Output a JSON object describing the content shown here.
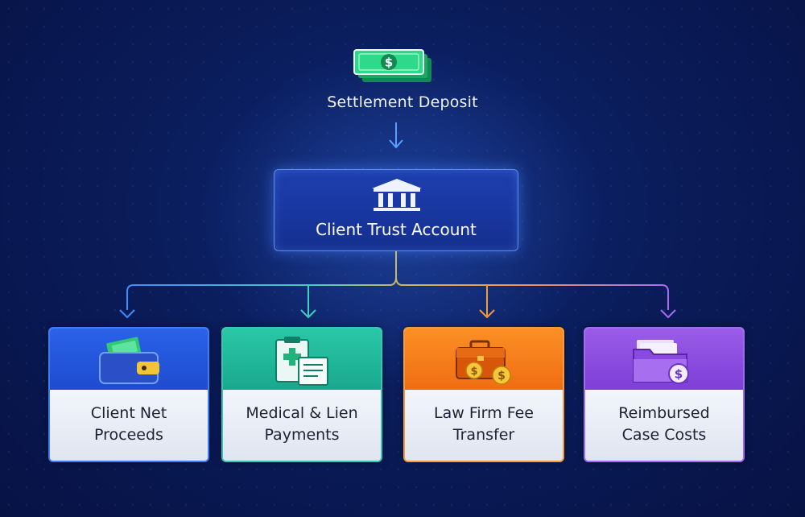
{
  "source": {
    "label": "Settlement Deposit",
    "icon": "cash-stack-icon"
  },
  "hub": {
    "label": "Client Trust Account",
    "icon": "bank-building-icon"
  },
  "destinations": [
    {
      "line1": "Client Net",
      "line2": "Proceeds",
      "icon": "wallet-icon",
      "color": "#2a62e8"
    },
    {
      "line1": "Medical & Lien",
      "line2": "Payments",
      "icon": "medical-clipboard-icon",
      "color": "#29c8a6"
    },
    {
      "line1": "Law Firm Fee",
      "line2": "Transfer",
      "icon": "briefcase-coins-icon",
      "color": "#fb8f25"
    },
    {
      "line1": "Reimbursed",
      "line2": "Case Costs",
      "icon": "folder-coin-icon",
      "color": "#9a5ce8"
    }
  ]
}
